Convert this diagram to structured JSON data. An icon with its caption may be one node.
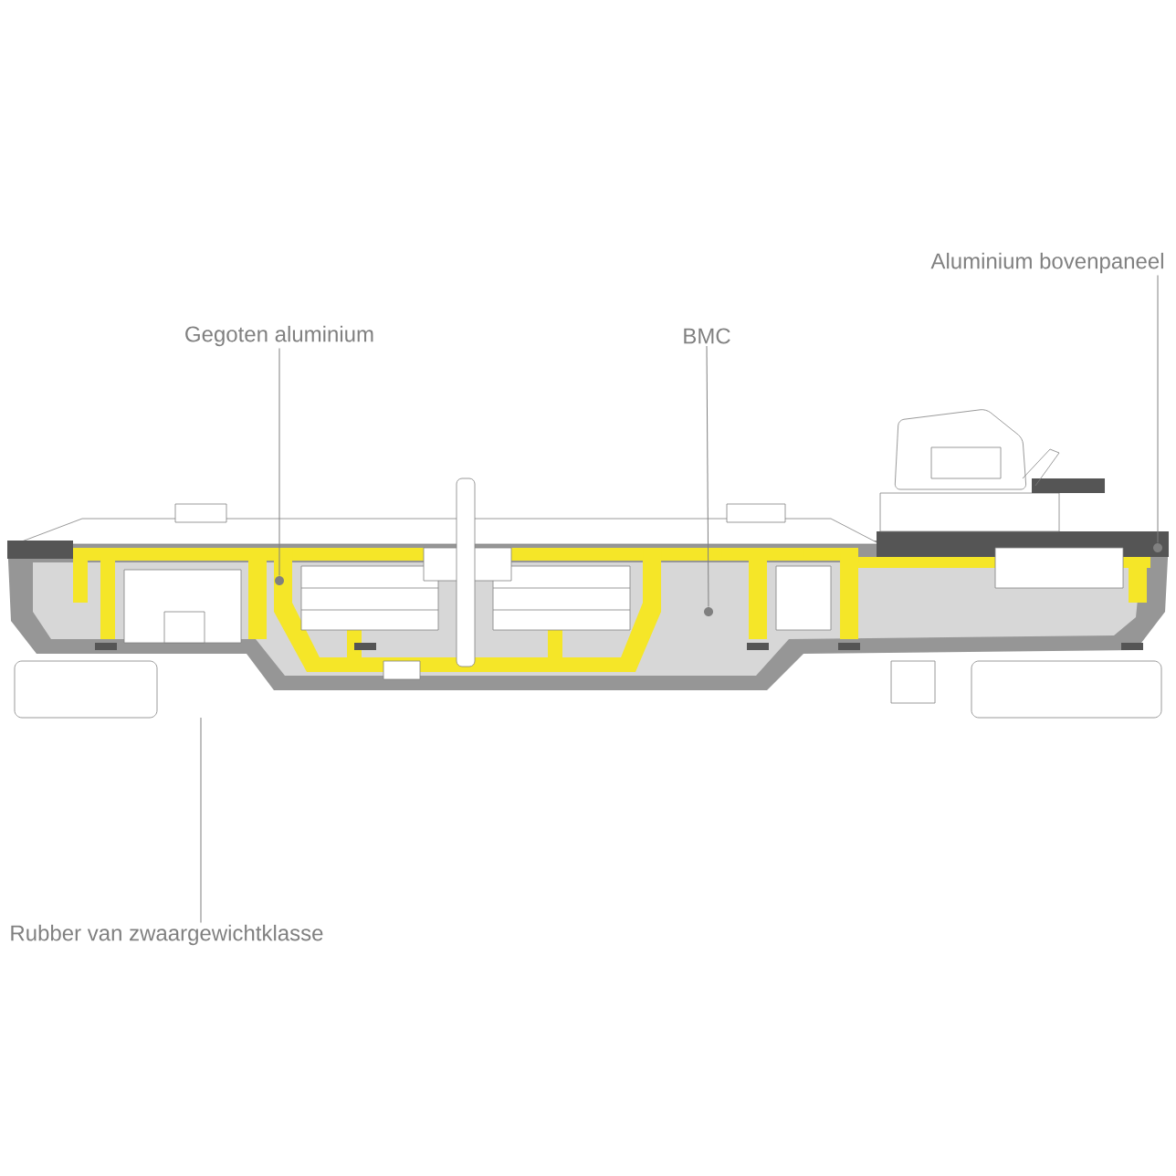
{
  "diagram": {
    "nodes": [
      {
        "text": [
          "Aluminium bovenpaneel"
        ]
      },
      {
        "text": [
          "Gegoten aluminium"
        ]
      },
      {
        "text": [
          "BMC"
        ]
      },
      {
        "text": [
          "Rubber van zwaargewichtklasse"
        ]
      },
      {
        "text": [],
        "shape": "circle"
      },
      {
        "text": [],
        "shape": "circle"
      },
      {
        "text": [],
        "shape": "circle"
      }
    ],
    "edges": [
      {
        "from": 1,
        "to": 4,
        "arrow": "none"
      },
      {
        "from": 2,
        "to": 5,
        "arrow": "none"
      },
      {
        "from": 0,
        "to": 6,
        "arrow": "none"
      },
      {
        "from": 3,
        "to": null,
        "arrow": "none"
      }
    ]
  }
}
